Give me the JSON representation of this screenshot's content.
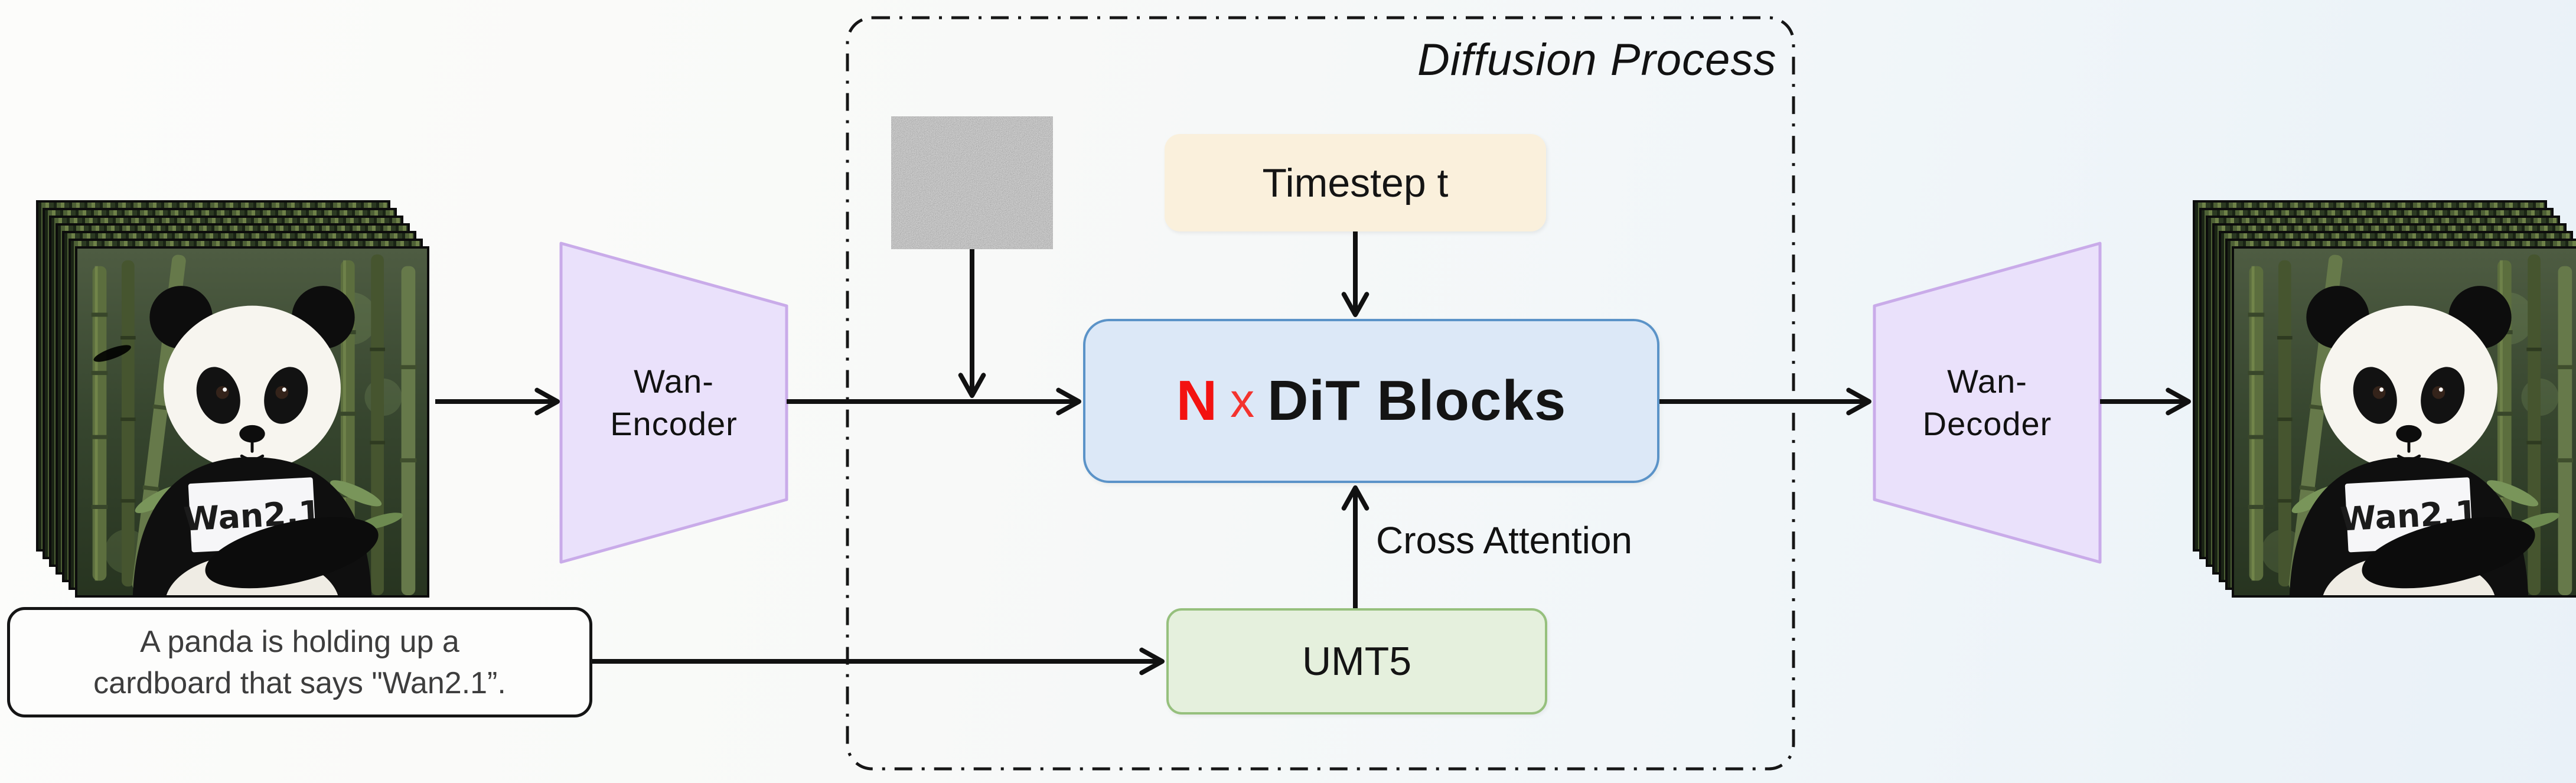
{
  "diffusion": {
    "label": "Diffusion Process"
  },
  "timestep": {
    "label": "Timestep t"
  },
  "dit": {
    "n": "N",
    "times": "x",
    "label": "DiT Blocks"
  },
  "umt5": {
    "label": "UMT5"
  },
  "cross_attention": {
    "label": "Cross Attention"
  },
  "prompt": {
    "line1": "A panda is holding up a",
    "line2": "cardboard that says \"Wan2.1”."
  },
  "encoder": {
    "line1": "Wan-",
    "line2": "Encoder"
  },
  "decoder": {
    "line1": "Wan-",
    "line2": "Decoder"
  },
  "input_stack": {
    "sign_text": "Wan2.1",
    "frame_count": 7
  },
  "output_stack": {
    "sign_text": "Wan2.1",
    "frame_count": 7
  },
  "colors": {
    "timestep_fill": "#faf0dc",
    "dit_fill": "#dce8f7",
    "dit_border": "#5b93c8",
    "dit_n_red": "#f31211",
    "umt5_fill": "#e5f0dd",
    "umt5_border": "#96c07d",
    "trapezoid_fill": "#eae1fb",
    "trapezoid_border": "#c9abe9",
    "arrow": "#111111",
    "dashed_border": "#161616",
    "background_right": "#e9f1f8"
  }
}
